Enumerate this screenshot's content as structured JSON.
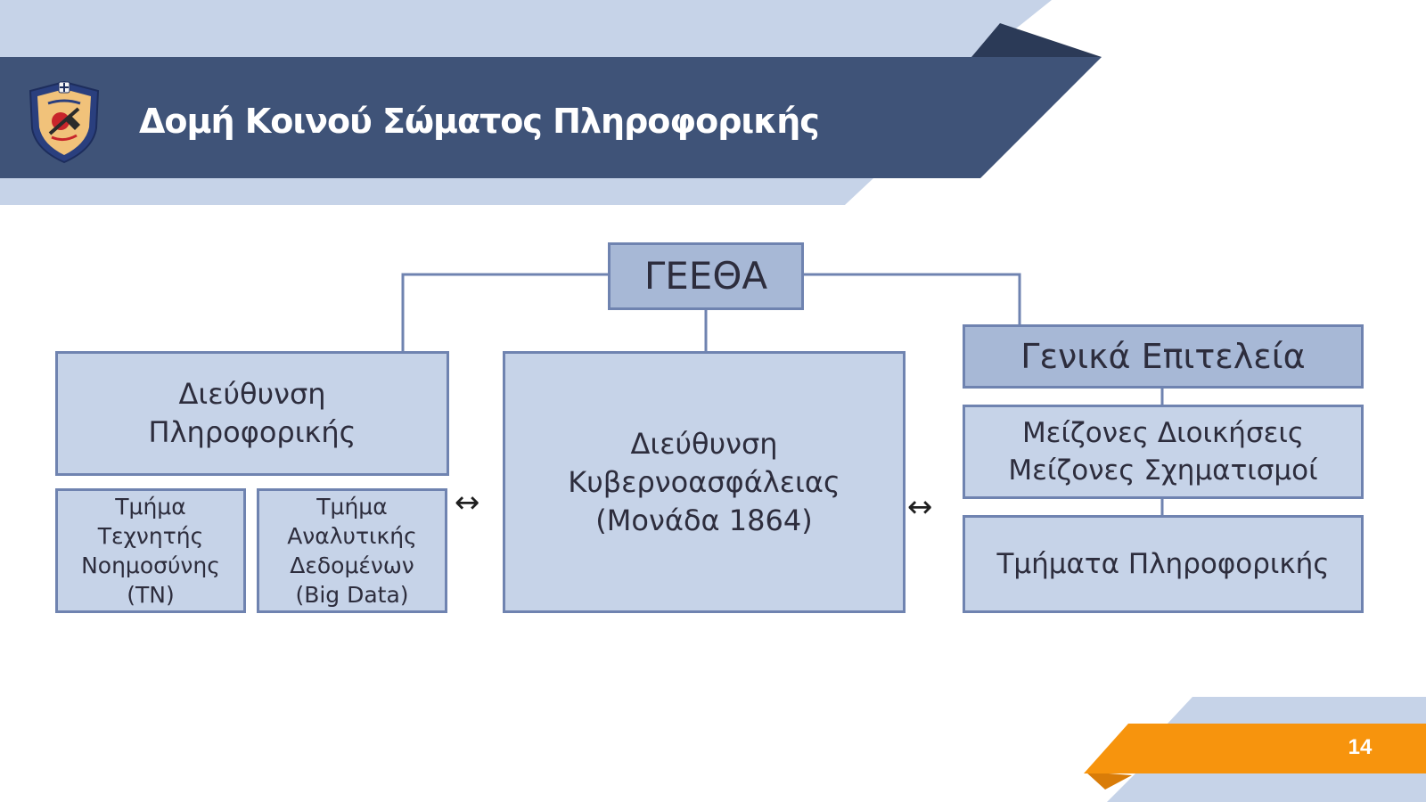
{
  "slide": {
    "title": "Δομή Κοινού Σώματος Πληροφορικής",
    "page_number": "14"
  },
  "colors": {
    "header_band": "#3f5378",
    "header_light": "#c6d3e8",
    "header_dark_tip": "#2b3a57",
    "box_light": "#c6d3e8",
    "box_dark": "#a7b8d6",
    "box_border": "#6f83b0",
    "connector": "#6f83b0",
    "footer_orange": "#f7940d",
    "footer_orange_dark": "#d97c08",
    "footer_light": "#c6d3e8"
  },
  "org": {
    "top": {
      "lines": [
        "ΓΕΕΘΑ"
      ]
    },
    "left_main": {
      "lines": [
        "Διεύθυνση",
        "Πληροφορικής"
      ]
    },
    "left_sub_ai": {
      "lines": [
        "Τμήμα",
        "Τεχνητής",
        "Νοημοσύνης",
        "(ΤΝ)"
      ]
    },
    "left_sub_bigdata": {
      "lines": [
        "Τμήμα",
        "Αναλυτικής",
        "Δεδομένων",
        "(Big Data)"
      ]
    },
    "center": {
      "lines": [
        "Διεύθυνση",
        "Κυβερνοασφάλειας",
        "(Μονάδα 1864)"
      ]
    },
    "right_top": {
      "lines": [
        "Γενικά Επιτελεία"
      ]
    },
    "right_mid": {
      "lines": [
        "Μείζονες Διοικήσεις",
        "Μείζονες Σχηματισμοί"
      ]
    },
    "right_bottom": {
      "lines": [
        "Τμήματα Πληροφορικής"
      ]
    },
    "arrow_left": "↔",
    "arrow_right": "↔"
  }
}
